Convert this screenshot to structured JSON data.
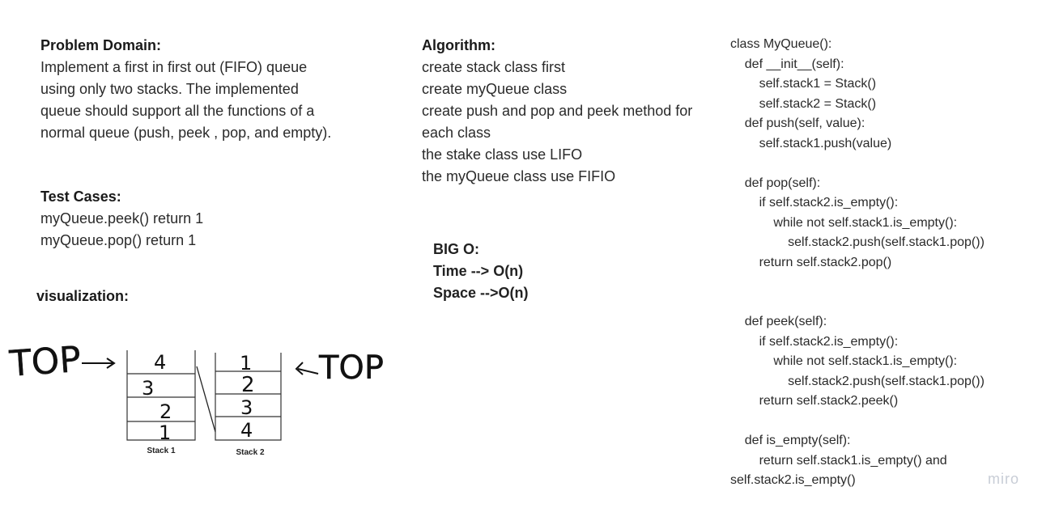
{
  "problem_domain": {
    "heading": "Problem Domain:",
    "lines": [
      "Implement a first in first out (FIFO) queue",
      "using only two stacks. The implemented",
      "queue should support all the functions of a",
      "normal queue (push, peek , pop, and empty)."
    ]
  },
  "test_cases": {
    "heading": "Test Cases:",
    "lines": [
      "myQueue.peek() return 1",
      "myQueue.pop() return 1"
    ]
  },
  "visualization": {
    "heading": "visualization:",
    "left_label": "TOP",
    "right_label": "TOP",
    "stack1": {
      "name": "Stack 1",
      "items": [
        "4",
        "3",
        "2",
        "1"
      ]
    },
    "stack2": {
      "name": "Stack 2",
      "items": [
        "1",
        "2",
        "3",
        "4"
      ]
    }
  },
  "algorithm": {
    "heading": "Algorithm:",
    "lines": [
      "create stack class first",
      "create myQueue class",
      "create push and pop and peek method for",
      "each class",
      "the stake class use LIFO",
      "the myQueue class use FIFIO"
    ]
  },
  "big_o": {
    "heading": "BIG O:",
    "time": "Time --> O(n)",
    "space": "Space -->O(n)"
  },
  "code": [
    "class MyQueue():",
    "    def __init__(self):",
    "        self.stack1 = Stack()",
    "        self.stack2 = Stack()",
    "    def push(self, value):",
    "        self.stack1.push(value)",
    "",
    "    def pop(self):",
    "        if self.stack2.is_empty():",
    "            while not self.stack1.is_empty():",
    "                self.stack2.push(self.stack1.pop())",
    "        return self.stack2.pop()",
    "",
    "",
    "    def peek(self):",
    "        if self.stack2.is_empty():",
    "            while not self.stack1.is_empty():",
    "                self.stack2.push(self.stack1.pop())",
    "        return self.stack2.peek()",
    "",
    "    def is_empty(self):",
    "        return self.stack1.is_empty() and",
    "self.stack2.is_empty()"
  ],
  "watermark": "miro"
}
